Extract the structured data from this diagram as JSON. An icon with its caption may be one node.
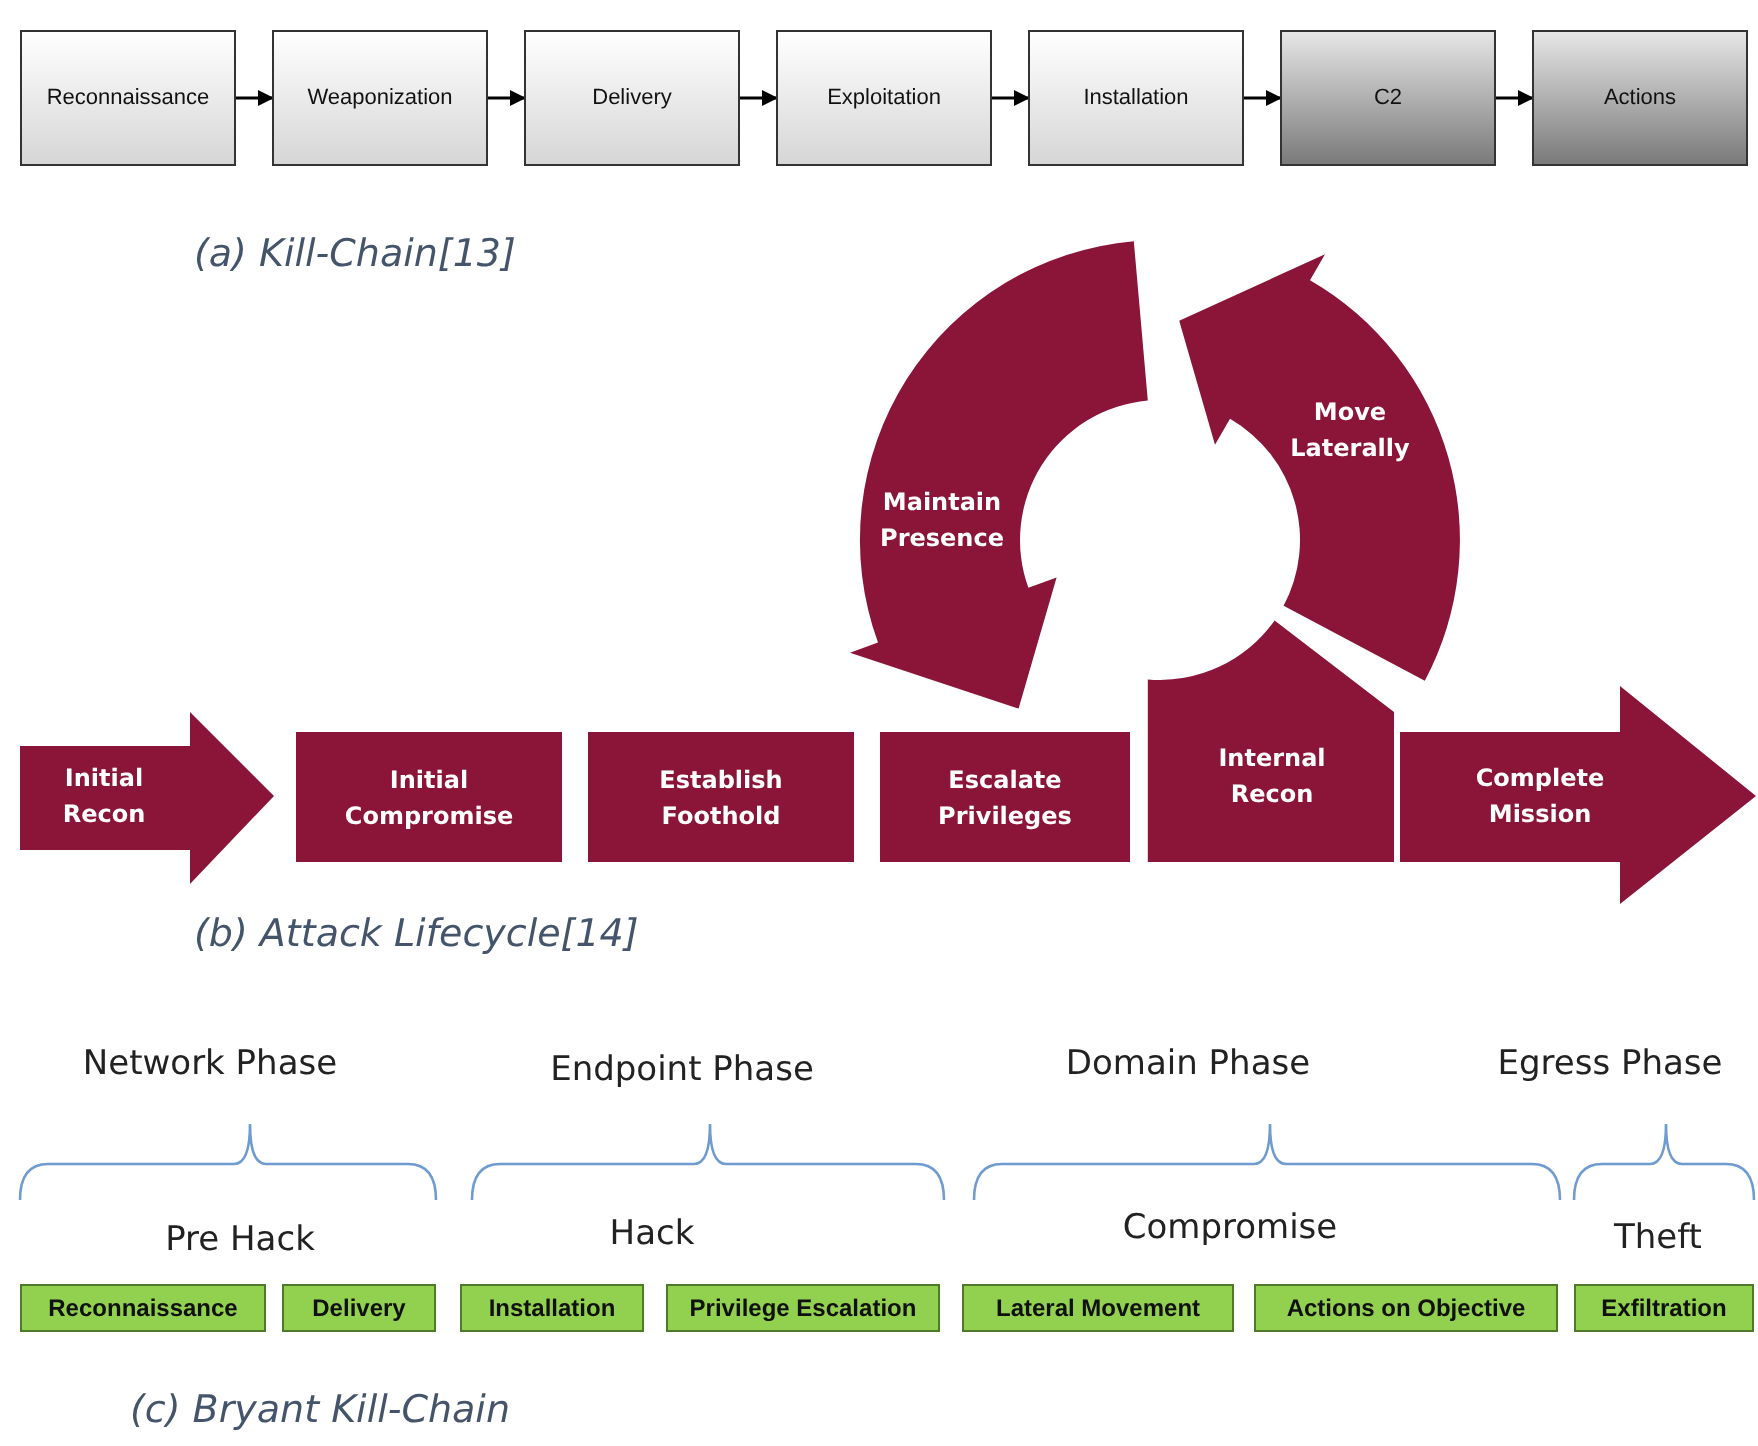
{
  "diagram": {
    "nodes": [
      {
        "text": [
          "Reconnaissance"
        ]
      },
      {
        "text": [
          "Weaponization"
        ]
      },
      {
        "text": [
          "Delivery"
        ]
      },
      {
        "text": [
          "Exploitation"
        ]
      },
      {
        "text": [
          "Installation"
        ]
      },
      {
        "text": [
          "C2"
        ]
      },
      {
        "text": [
          "Actions"
        ]
      },
      {
        "text": [
          "Initial Recon"
        ]
      },
      {
        "text": [
          "Initial Compromise"
        ]
      },
      {
        "text": [
          "Establish Foothold"
        ]
      },
      {
        "text": [
          "Escalate Privileges"
        ]
      },
      {
        "text": [
          "Maintain Presence"
        ]
      },
      {
        "text": [
          "Move Laterally"
        ]
      },
      {
        "text": [
          "Internal Recon"
        ]
      },
      {
        "text": [
          "Complete Mission"
        ]
      },
      {
        "text": [
          "Reconnaissance"
        ]
      },
      {
        "text": [
          "Delivery"
        ]
      },
      {
        "text": [
          "Installation"
        ]
      },
      {
        "text": [
          "Privilege Escalation"
        ]
      },
      {
        "text": [
          "Lateral Movement"
        ]
      },
      {
        "text": [
          "Actions on Objective"
        ]
      },
      {
        "text": [
          "Exfiltration"
        ]
      }
    ],
    "edges": [
      {
        "from": 0,
        "to": 1,
        "arrow": "to"
      },
      {
        "from": 1,
        "to": 2,
        "arrow": "to"
      },
      {
        "from": 2,
        "to": 3,
        "arrow": "to"
      },
      {
        "from": 3,
        "to": 4,
        "arrow": "to"
      },
      {
        "from": 4,
        "to": 5,
        "arrow": "to"
      },
      {
        "from": 5,
        "to": 6,
        "arrow": "to"
      }
    ],
    "labels": [
      "(a) Kill-Chain[13]",
      "(b) Attack Lifecycle[14]",
      "Network Phase",
      "Endpoint Phase",
      "Domain Phase",
      "Egress Phase",
      "Pre Hack",
      "Hack",
      "Compromise",
      "Theft",
      "(c) Bryant Kill-Chain"
    ]
  }
}
